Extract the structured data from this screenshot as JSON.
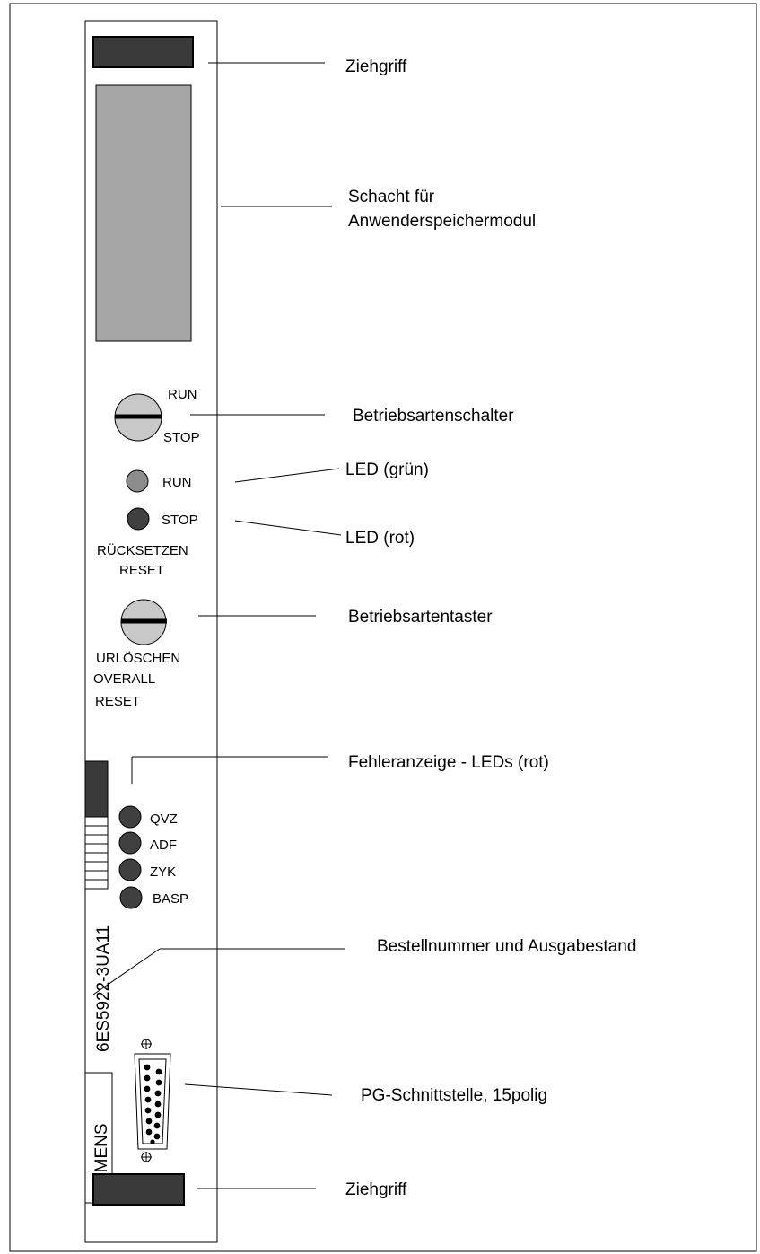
{
  "callouts": {
    "handle_top": "Ziehgriff",
    "slot_line1": "Schacht für",
    "slot_line2": "Anwenderspeichermodul",
    "mode_switch": "Betriebsartenschalter",
    "led_green": "LED (grün)",
    "led_red": "LED (rot)",
    "mode_button": "Betriebsartentaster",
    "error_leds": "Fehleranzeige - LEDs (rot)",
    "order_number": "Bestellnummer und Ausgabestand",
    "pg_interface": "PG-Schnittstelle, 15polig",
    "handle_bottom": "Ziehgriff"
  },
  "panel": {
    "switch_run": "RUN",
    "switch_stop": "STOP",
    "led_run": "RUN",
    "led_stop": "STOP",
    "reset_de": "RÜCKSETZEN",
    "reset_en": "RESET",
    "overall_line1": "URLÖSCHEN",
    "overall_line2": "OVERALL",
    "overall_line3": "RESET",
    "error_leds": [
      "QVZ",
      "ADF",
      "ZYK",
      "BASP"
    ],
    "order_number": "6ES5922-3UA11",
    "brand": "SIEMENS"
  },
  "colors": {
    "handle": "#3a3a3a",
    "slot": "#a6a6a6",
    "led_green": "#8c8c8c",
    "led_dark": "#404040",
    "switch_knob": "#c8c8c8"
  }
}
